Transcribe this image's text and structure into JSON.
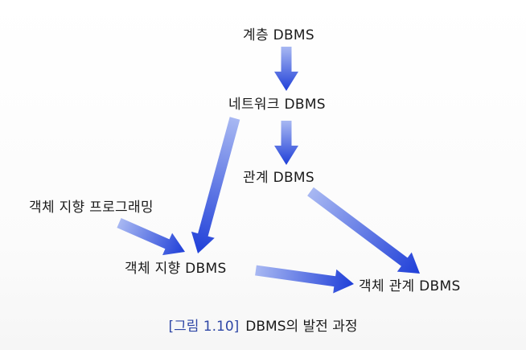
{
  "diagram": {
    "nodes": {
      "hierarchical": "계층 DBMS",
      "network": "네트워크 DBMS",
      "relational": "관계 DBMS",
      "oop": "객체 지향 프로그래밍",
      "object_oriented": "객체 지향 DBMS",
      "object_relational": "객체 관계 DBMS"
    },
    "edges": [
      {
        "from": "hierarchical",
        "to": "network"
      },
      {
        "from": "network",
        "to": "relational"
      },
      {
        "from": "network",
        "to": "object_oriented"
      },
      {
        "from": "oop",
        "to": "object_oriented"
      },
      {
        "from": "relational",
        "to": "object_relational"
      },
      {
        "from": "object_oriented",
        "to": "object_relational"
      }
    ],
    "colors": {
      "arrow_light": "#a8b8f2",
      "arrow_dark": "#1f3fd8",
      "caption_label": "#2f47a6"
    }
  },
  "caption": {
    "label": "[그림 1.10]",
    "title": "DBMS의 발전 과정"
  }
}
